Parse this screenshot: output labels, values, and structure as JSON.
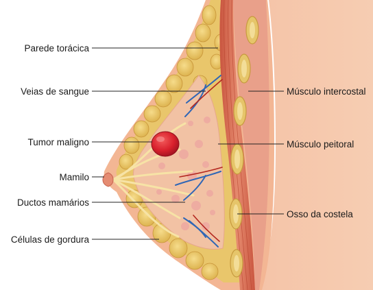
{
  "labels": {
    "left": [
      "Parede torácica",
      "Veias de sangue",
      "Tumor maligno",
      "Mamilo",
      "Ductos mamários",
      "Células de gordura"
    ],
    "right": [
      "Músculo intercostal",
      "Músculo peitoral",
      "Osso da costela"
    ]
  },
  "colors": {
    "skin": "#f2b79a",
    "fat": "#e9c66b",
    "tissue": "#f1c9a7",
    "muscle": "#d76a55",
    "tumor": "#d8202c",
    "vein": "#2f66b6",
    "artery": "#b3261e",
    "leader": "#222222"
  }
}
